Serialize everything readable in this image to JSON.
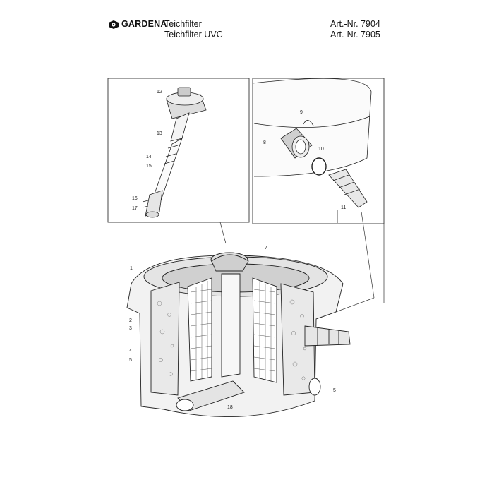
{
  "header": {
    "brand": "GARDENA",
    "product_lines": [
      "Teichfilter",
      "Teichfilter UVC"
    ],
    "article_numbers": [
      "Art.-Nr. 7904",
      "Art.-Nr. 7905"
    ]
  },
  "callouts": [
    "1",
    "2",
    "3",
    "4",
    "5",
    "5",
    "7",
    "8",
    "9",
    "10",
    "11",
    "12",
    "13",
    "14",
    "15",
    "16",
    "17",
    "18"
  ]
}
